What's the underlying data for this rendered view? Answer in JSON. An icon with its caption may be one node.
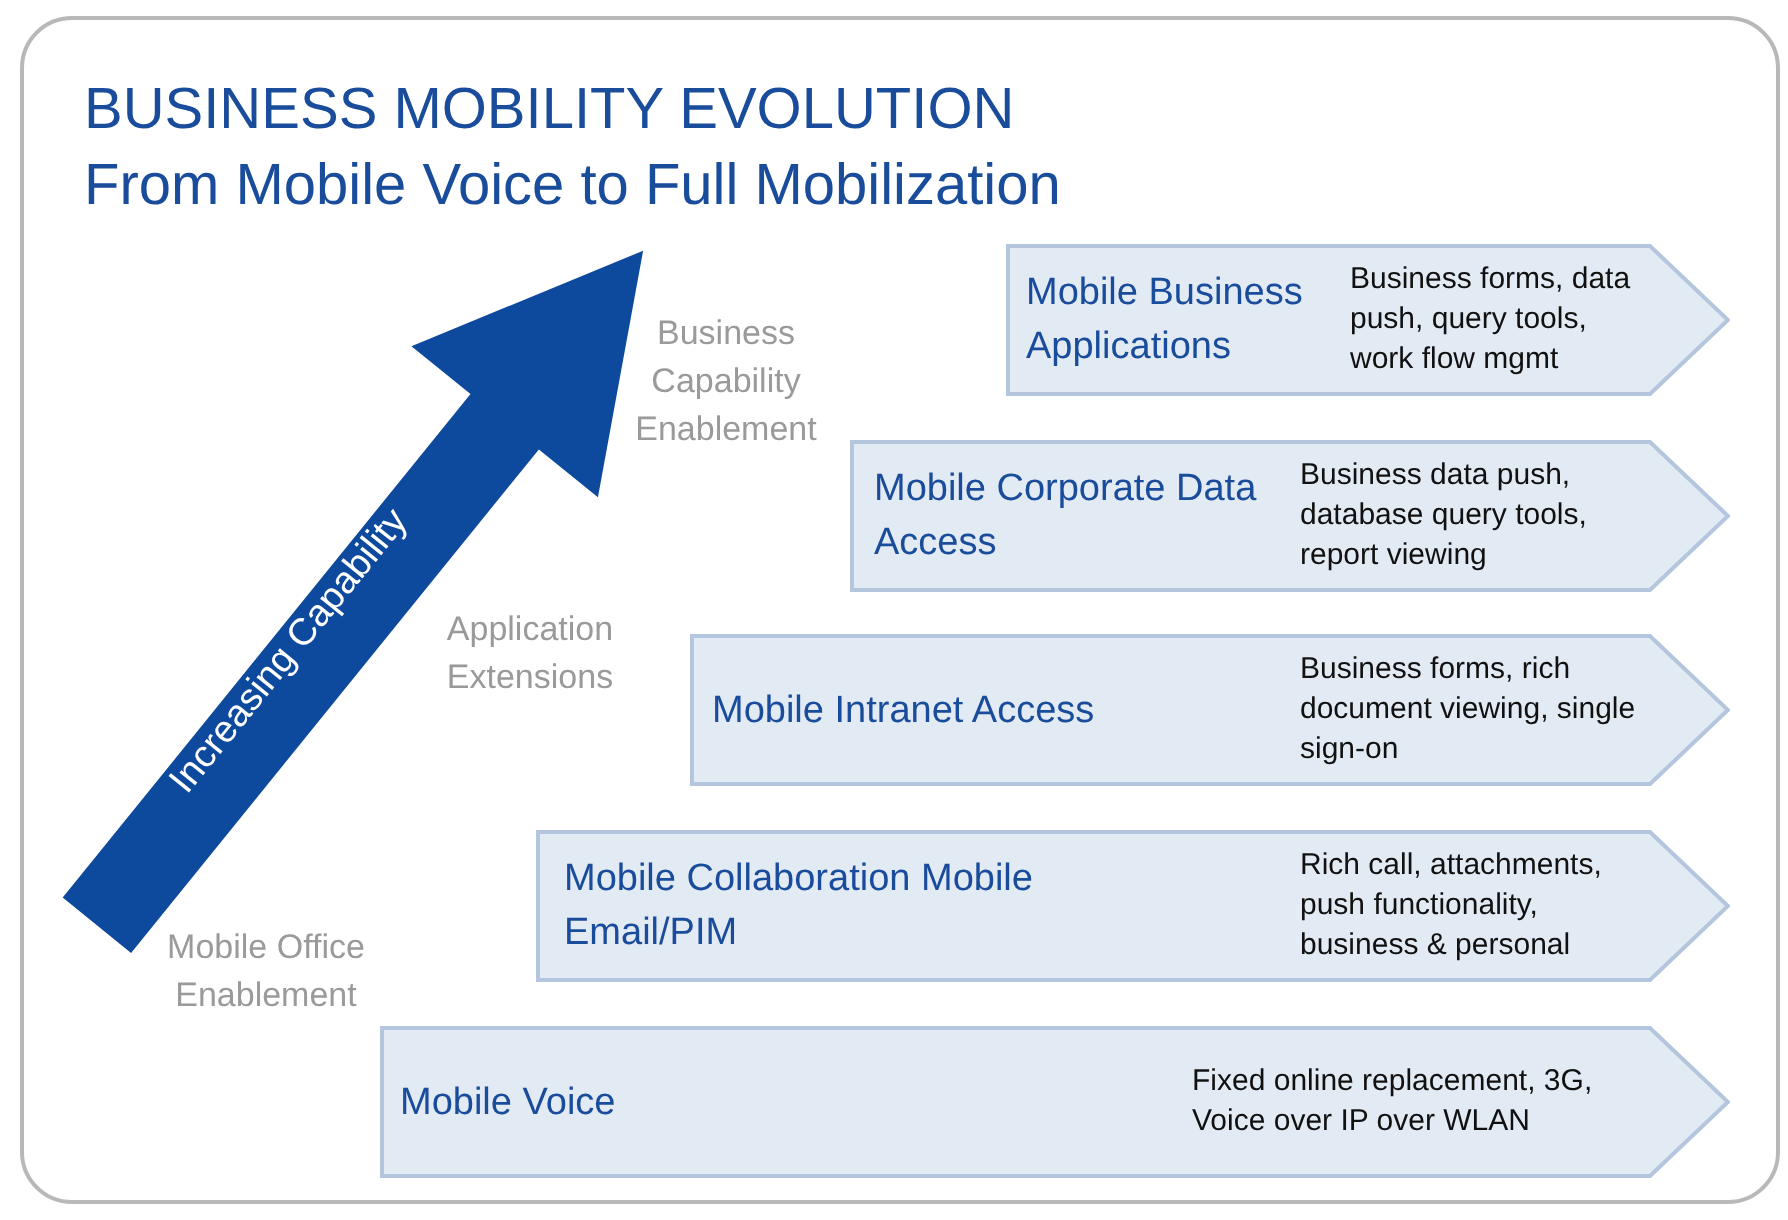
{
  "diagram": {
    "title": "BUSINESS MOBILITY EVOLUTION",
    "nodes": [
      {
        "text": [
          "Mobile Business Applications",
          "Business forms, data push, query tools, work flow mgmt"
        ]
      },
      {
        "text": [
          "Mobile Corporate Data Access",
          "Business data push, database query tools, report viewing"
        ]
      },
      {
        "text": [
          "Mobile Intranet Access",
          "Business forms, rich document viewing, single sign-on"
        ]
      },
      {
        "text": [
          "Mobile Collaboration Mobile Email/PIM",
          "Rich call, attachments, push functionality, business & personal"
        ]
      },
      {
        "text": [
          "Mobile Voice",
          "Fixed online replacement, 3G, Voice over IP over WLAN"
        ]
      },
      {
        "text": [
          "Increasing Capability"
        ]
      }
    ],
    "edges": [],
    "labels": [
      "From Mobile Voice to Full Mobilization",
      "Business Capability Enablement",
      "Application Extensions",
      "Mobile Office Enablement"
    ]
  }
}
